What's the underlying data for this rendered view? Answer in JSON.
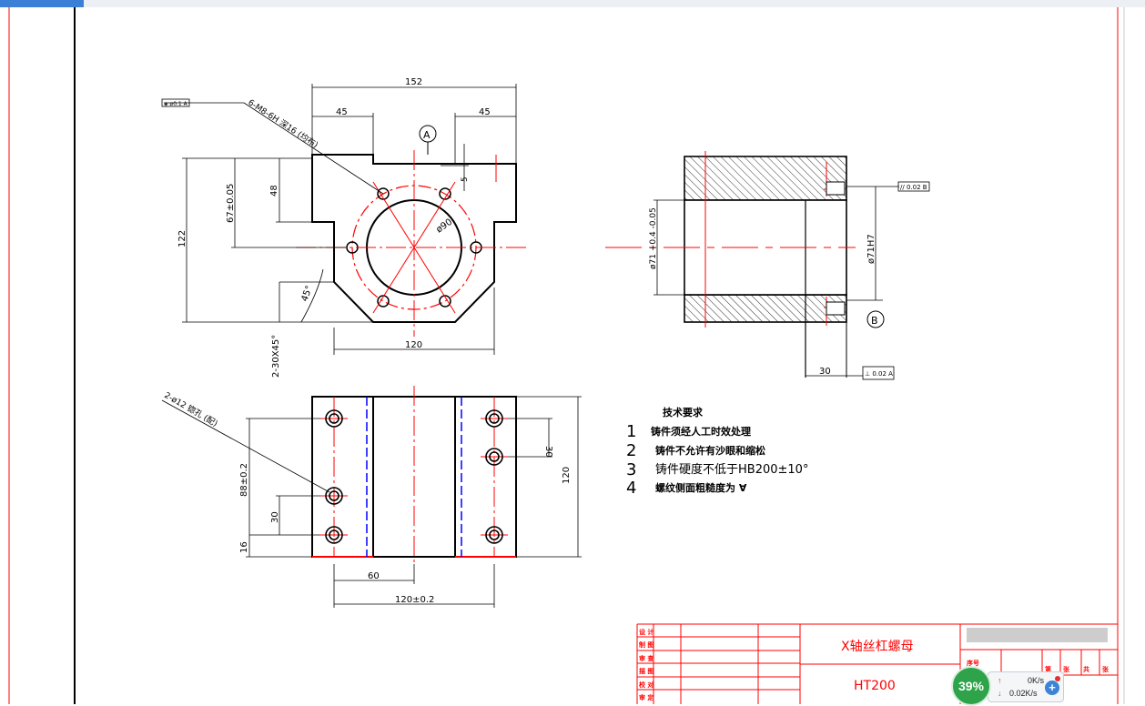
{
  "drawing": {
    "top_view": {
      "dim_152": "152",
      "dim_45_left": "45",
      "dim_45_right": "45",
      "datum_a": "A",
      "dim_5": "5",
      "dim_48": "48",
      "dim_67": "67±0.05",
      "dim_122": "122",
      "dim_120": "120",
      "dim_45deg": "45°",
      "chamfer": "2-30X45°",
      "phi90": "ø90",
      "thread_note": "6-M8-6H  深16 (均布)",
      "flag_left": "◈ ø0.1 A"
    },
    "section_view": {
      "phi71_tol": "ø71 +0.4 -0.05",
      "phi71h7": "ø71H7",
      "dim_30": "30",
      "datum_b": "B",
      "flag_parallel": "// 0.02 B",
      "flag_perp": "⊥ 0.02 A"
    },
    "bottom_view": {
      "hole_note": "2-ø12 锪孔 (配)",
      "dim_88": "88±0.2",
      "dim_30_left": "30",
      "dim_16": "16",
      "dim_30_right": "30",
      "dim_120_right": "120",
      "dim_60": "60",
      "dim_120_02": "120±0.2"
    },
    "tech_requirements": {
      "title": "技术要求",
      "items": [
        {
          "num": "1",
          "text": "铸件须经人工时效处理"
        },
        {
          "num": "2",
          "text": "铸件不允许有沙眼和缩松"
        },
        {
          "num": "3",
          "text": "铸件硬度不低于HB200±10°"
        },
        {
          "num": "4",
          "text": "螺纹侧面粗糙度为 ∀"
        }
      ]
    },
    "title_block": {
      "rows": [
        "设  计",
        "制  图",
        "审  查",
        "描  图",
        "校  对",
        "审  定"
      ],
      "part_name": "X轴丝杠螺母",
      "material": "HT200",
      "seq_label": "序号",
      "page_labels": [
        "第",
        "张",
        "共",
        "张"
      ]
    }
  },
  "net_monitor": {
    "percent": "39%",
    "upload": "0K/s",
    "download": "0.02K/s"
  },
  "colors": {
    "outline": "#000000",
    "centerline": "#ff0000",
    "hidden": "#0000ff",
    "frame": "#ff0000",
    "monitor_green": "#2fa34a",
    "accent_blue": "#3b7fd6"
  }
}
